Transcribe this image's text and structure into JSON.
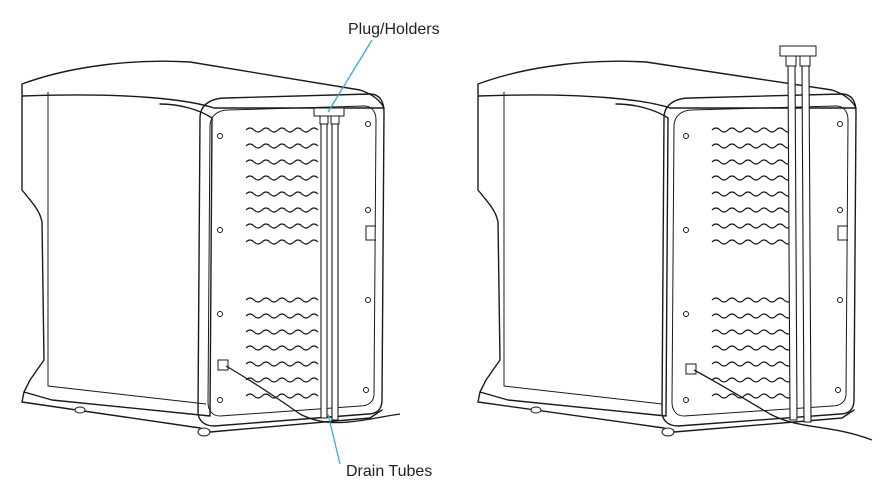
{
  "labels": {
    "plug_holders": "Plug/Holders",
    "drain_tubes": "Drain Tubes"
  },
  "colors": {
    "line_art": "#1a1a1a",
    "leader_line": "#29a8d8",
    "background": "#ffffff"
  },
  "units": [
    {
      "name": "unit-tubes-stowed",
      "tube_state": "stowed"
    },
    {
      "name": "unit-tubes-extended",
      "tube_state": "extended"
    }
  ]
}
